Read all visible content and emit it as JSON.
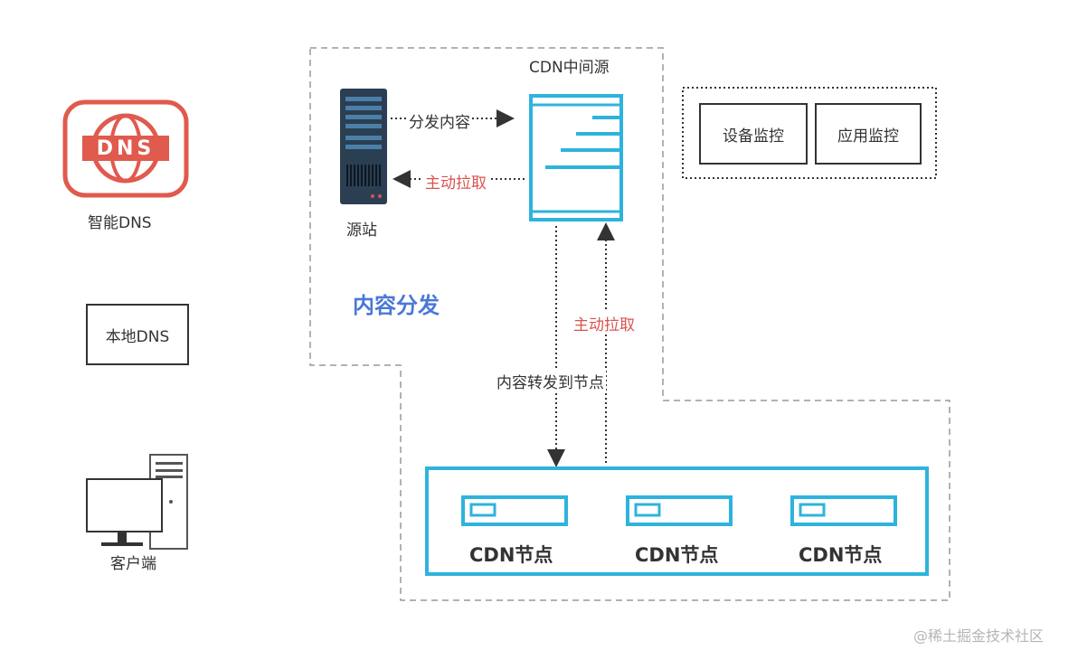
{
  "smart_dns": {
    "icon_text": "DNS",
    "label": "智能DNS"
  },
  "local_dns": {
    "label": "本地DNS"
  },
  "client": {
    "label": "客户端"
  },
  "origin": {
    "label": "源站"
  },
  "cdn_origin": {
    "label": "CDN中间源"
  },
  "content_distribution": {
    "label": "内容分发"
  },
  "edges": {
    "distribute": "分发内容",
    "pull_top": "主动拉取",
    "pull_right": "主动拉取",
    "forward": "内容转发到节点"
  },
  "monitoring": {
    "device": "设备监控",
    "app": "应用监控"
  },
  "cdn_nodes": [
    {
      "label": "CDN节点"
    },
    {
      "label": "CDN节点"
    },
    {
      "label": "CDN节点"
    }
  ],
  "watermark": "@稀土掘金技术社区",
  "colors": {
    "cdn_blue": "#2eb3dd",
    "red_text": "#d9534f",
    "accent_blue": "#4a78d6",
    "dns_red": "#e05a4e"
  }
}
